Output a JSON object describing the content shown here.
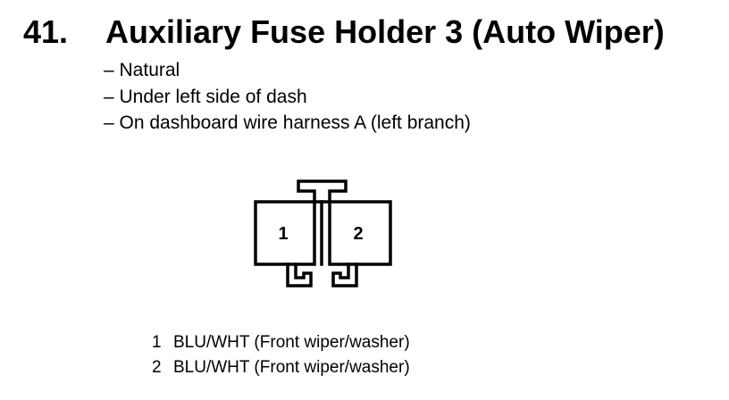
{
  "heading": {
    "number": "41.",
    "title": "Auxiliary Fuse Holder 3 (Auto Wiper)"
  },
  "details": [
    "– Natural",
    "– Under left side of dash",
    "– On dashboard wire harness A (left branch)"
  ],
  "connector": {
    "pins": [
      {
        "label": "1"
      },
      {
        "label": "2"
      }
    ]
  },
  "wires": [
    {
      "pin": "1",
      "wire": "BLU/WHT (Front wiper/washer)"
    },
    {
      "pin": "2",
      "wire": "BLU/WHT (Front wiper/washer)"
    }
  ]
}
